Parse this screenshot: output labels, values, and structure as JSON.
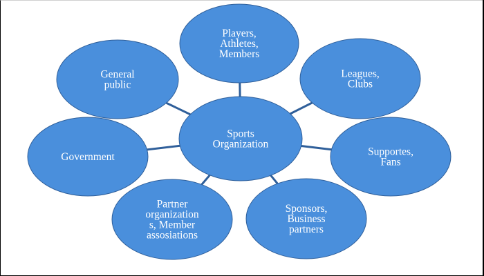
{
  "diagram": {
    "colors": {
      "node_fill": "#4a8fdc",
      "node_stroke": "#2f5f9a",
      "connector": "#2f5f9a",
      "label": "#ffffff"
    },
    "center": {
      "id": "sports-organization",
      "lines": [
        "Sports",
        "Organization"
      ]
    },
    "nodes": [
      {
        "id": "players-athletes-members",
        "lines": [
          "Players,",
          "Athletes,",
          "Members"
        ]
      },
      {
        "id": "leagues-clubs",
        "lines": [
          "Leagues,",
          "Clubs"
        ]
      },
      {
        "id": "supportes-fans",
        "lines": [
          "Supportes,",
          "Fans"
        ]
      },
      {
        "id": "sponsors-business-partners",
        "lines": [
          "Sponsors,",
          "Business",
          "partners"
        ]
      },
      {
        "id": "partner-organizations",
        "lines": [
          "Partner",
          "organization",
          "s, Member",
          "assosiations"
        ]
      },
      {
        "id": "government",
        "lines": [
          "Government"
        ]
      },
      {
        "id": "general-public",
        "lines": [
          "General",
          "public"
        ]
      }
    ]
  }
}
